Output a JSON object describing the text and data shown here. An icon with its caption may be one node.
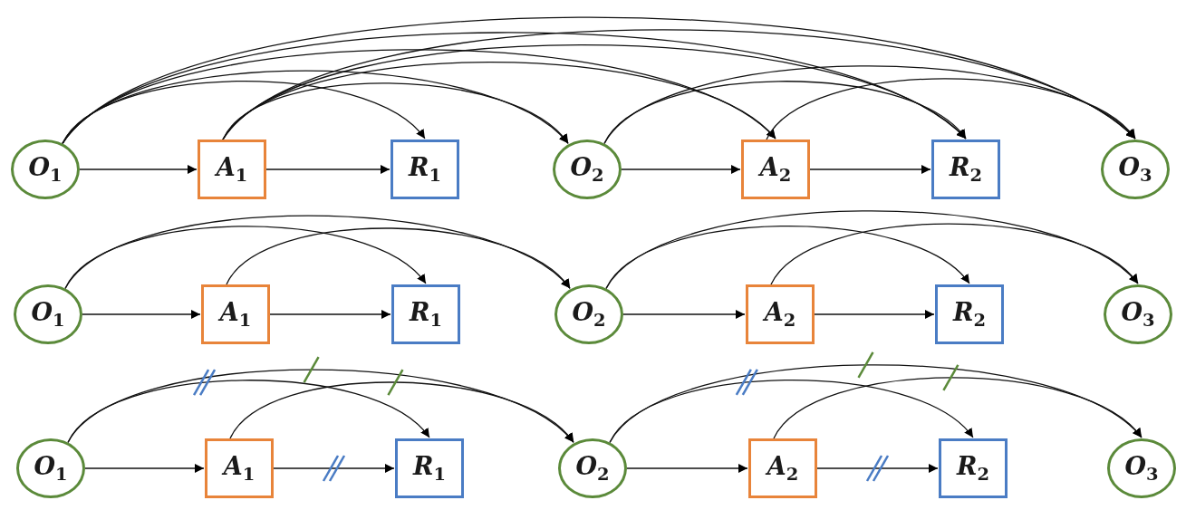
{
  "diagram": {
    "nodes": [
      {
        "text": [
          "*O*$_{1}$"
        ]
      },
      {
        "text": [
          "*A*$_{1}$"
        ]
      },
      {
        "text": [
          "*R*$_{1}$"
        ]
      },
      {
        "text": [
          "*O*$_{2}$"
        ]
      },
      {
        "text": [
          "*A*$_{2}$"
        ]
      },
      {
        "text": [
          "*R*$_{2}$"
        ]
      },
      {
        "text": [
          "*O*$_{3}$"
        ]
      },
      {
        "text": [
          "*O*$_{1}$"
        ]
      },
      {
        "text": [
          "*A*$_{1}$"
        ]
      },
      {
        "text": [
          "*R*$_{1}$"
        ]
      },
      {
        "text": [
          "*O*$_{2}$"
        ]
      },
      {
        "text": [
          "*A*$_{2}$"
        ]
      },
      {
        "text": [
          "*R*$_{2}$"
        ]
      },
      {
        "text": [
          "*O*$_{3}$"
        ]
      },
      {
        "text": [
          "*O*$_{1}$"
        ]
      },
      {
        "text": [
          "*A*$_{1}$"
        ]
      },
      {
        "text": [
          "*R*$_{1}$"
        ]
      },
      {
        "text": [
          "*O*$_{2}$"
        ]
      },
      {
        "text": [
          "*A*$_{2}$"
        ]
      },
      {
        "text": [
          "*R*$_{2}$"
        ]
      },
      {
        "text": [
          "*O*$_{3}$"
        ]
      }
    ],
    "edges": [
      {
        "from": 0,
        "to": 1,
        "arrow": "to"
      },
      {
        "from": 1,
        "to": 2,
        "arrow": "to"
      },
      {
        "from": 3,
        "to": 4,
        "arrow": "to"
      },
      {
        "from": 4,
        "to": 5,
        "arrow": "to"
      },
      {
        "from": 0,
        "to": 2,
        "arrow": "to"
      },
      {
        "from": 0,
        "to": 3,
        "arrow": "to"
      },
      {
        "from": 0,
        "to": 4,
        "arrow": "to"
      },
      {
        "from": 0,
        "to": 5,
        "arrow": "to"
      },
      {
        "from": 0,
        "to": 6,
        "arrow": "to"
      },
      {
        "from": 1,
        "to": 3,
        "arrow": "to"
      },
      {
        "from": 1,
        "to": 4,
        "arrow": "to"
      },
      {
        "from": 1,
        "to": 5,
        "arrow": "to"
      },
      {
        "from": 1,
        "to": 6,
        "arrow": "to"
      },
      {
        "from": 3,
        "to": 5,
        "arrow": "to"
      },
      {
        "from": 3,
        "to": 6,
        "arrow": "to"
      },
      {
        "from": 4,
        "to": 6,
        "arrow": "to"
      },
      {
        "from": 7,
        "to": 8,
        "arrow": "to"
      },
      {
        "from": 8,
        "to": 9,
        "arrow": "to"
      },
      {
        "from": 7,
        "to": 9,
        "arrow": "to"
      },
      {
        "from": 7,
        "to": 10,
        "arrow": "to"
      },
      {
        "from": 8,
        "to": 10,
        "arrow": "to"
      },
      {
        "from": 10,
        "to": 11,
        "arrow": "to"
      },
      {
        "from": 11,
        "to": 12,
        "arrow": "to"
      },
      {
        "from": 10,
        "to": 12,
        "arrow": "to"
      },
      {
        "from": 10,
        "to": 13,
        "arrow": "to"
      },
      {
        "from": 11,
        "to": 13,
        "arrow": "to"
      },
      {
        "from": 14,
        "to": 15,
        "arrow": "to"
      },
      {
        "from": 15,
        "to": 16,
        "arrow": "to"
      },
      {
        "from": 14,
        "to": 16,
        "arrow": "to"
      },
      {
        "from": 14,
        "to": 17,
        "arrow": "to"
      },
      {
        "from": 15,
        "to": 17,
        "arrow": "to"
      },
      {
        "from": 17,
        "to": 18,
        "arrow": "to"
      },
      {
        "from": 18,
        "to": 19,
        "arrow": "to"
      },
      {
        "from": 17,
        "to": 19,
        "arrow": "to"
      },
      {
        "from": 17,
        "to": 20,
        "arrow": "to"
      },
      {
        "from": 18,
        "to": 20,
        "arrow": "to"
      }
    ]
  }
}
